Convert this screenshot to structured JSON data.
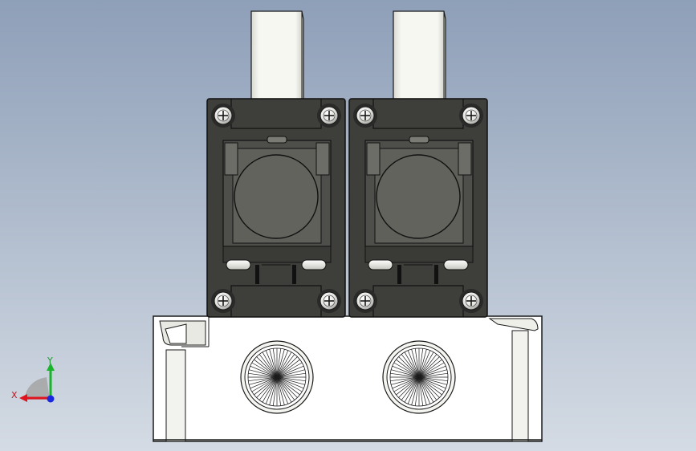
{
  "viewport": {
    "background_top": "#8e9fb8",
    "background_bottom": "#d4dbe4",
    "model": {
      "valve_count": 2,
      "valve_color": "#3e3f3b",
      "valve_face": "#5f605a",
      "coil_lead_color": "#f3f3ee",
      "manifold_color": "#ffffff",
      "port_count": 2
    }
  },
  "triad": {
    "x_label": "X",
    "y_label": "Y",
    "x_color": "#e0141e",
    "y_color": "#19b42c",
    "z_color": "#1a28e0"
  }
}
